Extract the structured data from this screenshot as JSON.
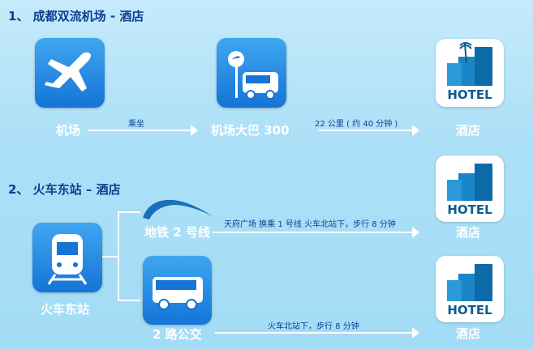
{
  "section1": {
    "title": "1、 成都双流机场 - 酒店",
    "airport_label": "机场",
    "ride_note": "乘坐",
    "bus_label": "机场大巴 300",
    "distance_note": "22 公里 ( 约 40 分钟 )",
    "hotel_label": "酒店",
    "hotel_sign": "HOTEL"
  },
  "section2": {
    "title": "2、 火车东站 – 酒店",
    "station_label": "火车东站",
    "metro_label": "地铁 2 号线",
    "metro_note": "天府广场 换乘 1 号线  火车北站下，步行 8 分钟",
    "bus_label": "2 路公交",
    "bus_note": "火车北站下，步行 8 分钟",
    "hotel_label": "酒店",
    "hotel_sign": "HOTEL"
  }
}
